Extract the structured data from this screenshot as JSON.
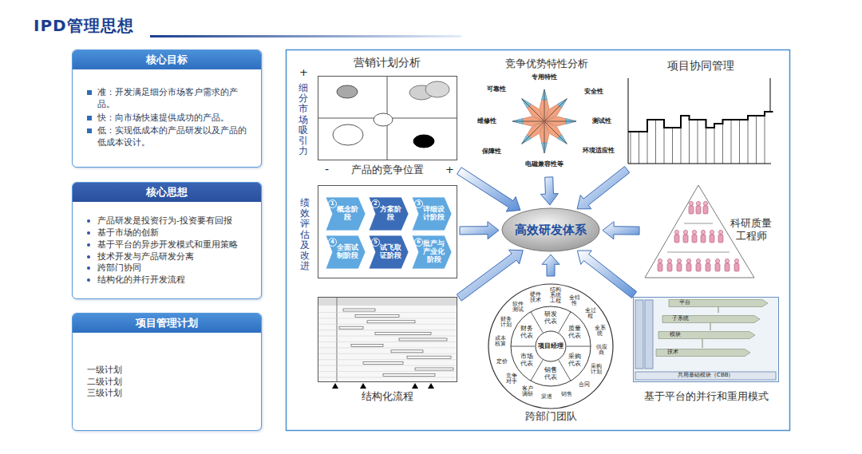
{
  "diagram": {
    "title": "IPD管理思想",
    "nodes": [
      {
        "text": [
          "核心目标",
          "准：开发满足细分市场客户需求的产品。",
          "快：向市场快速提供成功的产品。",
          "低：实现低成本的产品研发以及产品的低成本设计。"
        ]
      },
      {
        "text": [
          "核心思想",
          "产品研发是投资行为-投资要有回报",
          "基于市场的创新",
          "基于平台的异步开发模式和重用策略",
          "技术开发与产品研发分离",
          "跨部门协同",
          "结构化的并行开发流程"
        ]
      },
      {
        "text": [
          "项目管理计划",
          "一级计划",
          "二级计划",
          "三级计划"
        ]
      },
      {
        "text": [
          "营销计划分析",
          "细分市场吸引力",
          "产品的竞争位置"
        ]
      },
      {
        "text": [
          "竞争优势特性分析"
        ]
      },
      {
        "text": [
          "项目协同管理"
        ]
      },
      {
        "text": [
          "绩效评估及改进"
        ]
      },
      {
        "text": [
          "1",
          "概念阶段"
        ],
        "in": 6
      },
      {
        "text": [
          "2",
          "方案阶段"
        ],
        "in": 6
      },
      {
        "text": [
          "3",
          "详细设计阶段"
        ],
        "in": 6
      },
      {
        "text": [
          "4",
          "全面试制阶段"
        ],
        "in": 6
      },
      {
        "text": [
          "5",
          "试飞取证阶段"
        ],
        "in": 6
      },
      {
        "text": [
          "6",
          "批产与产业化阶段"
        ],
        "in": 6
      },
      {
        "text": [
          "高效研发体系"
        ]
      },
      {
        "text": [
          "科研质量工程师"
        ]
      },
      {
        "text": [
          "结构化流程"
        ]
      },
      {
        "text": [
          "跨部门团队"
        ]
      },
      {
        "text": [
          "基于平台的并行和重用模式"
        ]
      },
      {
        "text": [
          "项目经理"
        ],
        "in": 16
      }
    ],
    "edges": [
      {
        "from": 3,
        "to": 13,
        "arrow": "to"
      },
      {
        "from": 4,
        "to": 13,
        "arrow": "to"
      },
      {
        "from": 5,
        "to": 13,
        "arrow": "to"
      },
      {
        "from": 6,
        "to": 13,
        "arrow": "to"
      },
      {
        "from": 14,
        "to": 13,
        "arrow": "to"
      },
      {
        "from": 15,
        "to": 13,
        "arrow": "to"
      },
      {
        "from": 16,
        "to": 13,
        "arrow": "to"
      },
      {
        "from": 17,
        "to": 13,
        "arrow": "to"
      }
    ],
    "labels": [
      "+",
      "-",
      "+",
      "专用特性",
      "安全性",
      "测试性",
      "环境适应性",
      "电磁兼容性等",
      "保障性",
      "维修性",
      "可靠性",
      "研发代表",
      "质量代表",
      "采购代表",
      "销售代表",
      "市场代表",
      "财务代表",
      "软件测试",
      "硬件技术",
      "结构系统工程",
      "全特性",
      "全过程",
      "全系统",
      "供应商",
      "采购计划",
      "合同",
      "销售",
      "渠道",
      "客户调研",
      "竞争对手",
      "定价",
      "成本核算",
      "财务计划",
      "平台",
      "子系统",
      "模块",
      "技术",
      "共用基础模块（CBB）"
    ]
  }
}
